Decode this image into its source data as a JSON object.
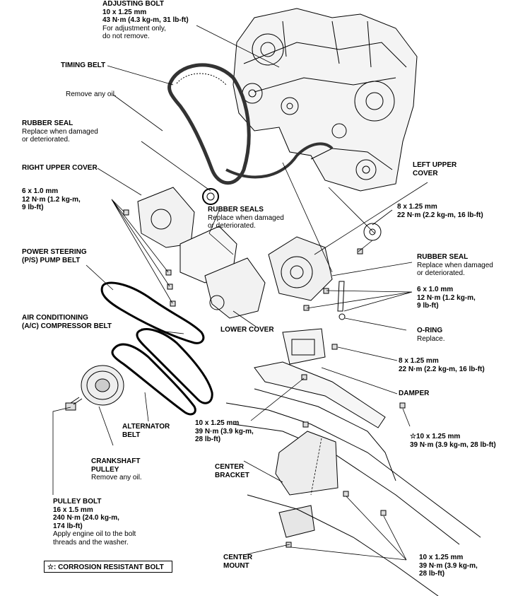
{
  "labels": {
    "adjusting_bolt": [
      "ADJUSTING BOLT",
      "10 x 1.25 mm",
      "43 N·m (4.3 kg-m, 31 lb-ft)",
      "For adjustment only,",
      "do not remove."
    ],
    "timing_belt": [
      "TIMING BELT"
    ],
    "remove_oil_top": [
      "Remove any oil."
    ],
    "rubber_seal_left": [
      "RUBBER SEAL",
      "Replace when damaged",
      "or deteriorated."
    ],
    "right_upper_cover": [
      "RIGHT UPPER COVER"
    ],
    "bolt_6_left": [
      "6 x 1.0 mm",
      "12 N·m (1.2 kg-m,",
      "9 lb-ft)"
    ],
    "rubber_seals_mid": [
      "RUBBER SEALS",
      "Replace when damaged",
      "or deteriorated."
    ],
    "left_upper_cover": [
      "LEFT UPPER",
      "COVER"
    ],
    "bolt_8_top": [
      "8 x 1.25 mm",
      "22 N·m (2.2 kg-m, 16 lb-ft)"
    ],
    "power_steering": [
      "POWER STEERING",
      "(P/S) PUMP BELT"
    ],
    "rubber_seal_right": [
      "RUBBER SEAL",
      "Replace when damaged",
      "or deteriorated."
    ],
    "bolt_6_right": [
      "6 x 1.0 mm",
      "12 N·m (1.2 kg-m,",
      "9 lb-ft)"
    ],
    "air_conditioning": [
      "AIR CONDITIONING",
      "(A/C) COMPRESSOR BELT"
    ],
    "lower_cover": [
      "LOWER COVER"
    ],
    "o_ring": [
      "O-RING",
      "Replace."
    ],
    "bolt_8_mid": [
      "8 x 1.25 mm",
      "22 N·m (2.2 kg-m, 16 lb-ft)"
    ],
    "damper": [
      "DAMPER"
    ],
    "bolt_10_mid": [
      "10 x 1.25 mm",
      "39 N·m (3.9 kg-m,",
      "28 lb-ft)"
    ],
    "bolt_10_star": [
      "☆10 x 1.25 mm",
      "39 N·m (3.9 kg-m, 28 lb-ft)"
    ],
    "alternator_belt": [
      "ALTERNATOR",
      "BELT"
    ],
    "crankshaft_pulley": [
      "CRANKSHAFT",
      "PULLEY",
      "Remove any oil."
    ],
    "center_bracket": [
      "CENTER",
      "BRACKET"
    ],
    "pulley_bolt": [
      "PULLEY BOLT",
      "16 x 1.5 mm",
      "240 N·m (24.0 kg-m,",
      "174 lb-ft)",
      "Apply engine oil to the bolt",
      "threads and the washer."
    ],
    "center_mount": [
      "CENTER",
      "MOUNT"
    ],
    "bolt_10_bottom": [
      "10 x 1.25 mm",
      "39 N·m (3.9 kg-m,",
      "28 lb-ft)"
    ]
  },
  "legend": "☆: CORROSION RESISTANT BOLT"
}
